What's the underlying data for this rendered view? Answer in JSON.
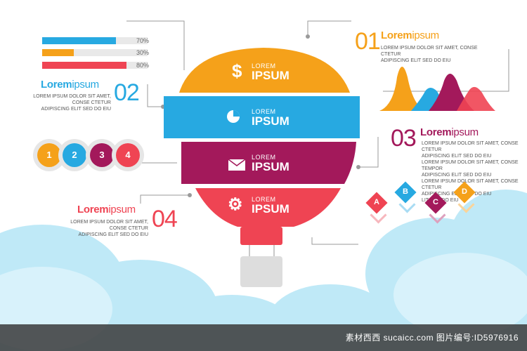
{
  "colors": {
    "orange": "#f5a11a",
    "blue": "#27a9e1",
    "maroon": "#a3195b",
    "red": "#ef4453",
    "gray_basket": "#dddddd",
    "cloud": "#bfe9f7",
    "line": "#9a9a9a"
  },
  "progress": [
    {
      "label": "70%",
      "value": 70,
      "color": "#27a9e1"
    },
    {
      "label": "30%",
      "value": 30,
      "color": "#f5a11a"
    },
    {
      "label": "80%",
      "value": 80,
      "color": "#ef4453"
    }
  ],
  "balloon": {
    "bands": [
      {
        "small": "LOREM",
        "big": "IPSUM",
        "icon": "dollar-icon",
        "glyph": "$"
      },
      {
        "small": "LOREM",
        "big": "IPSUM",
        "icon": "pie-chart-icon",
        "glyph": ""
      },
      {
        "small": "LOREM",
        "big": "IPSUM",
        "icon": "envelope-icon",
        "glyph": ""
      },
      {
        "small": "LOREM",
        "big": "IPSUM",
        "icon": "gear-icon",
        "glyph": "⚙"
      }
    ]
  },
  "sections": [
    {
      "num": "01",
      "bold": "Lorem",
      "light": "ipsum",
      "desc": [
        "LOREM IPSUM DOLOR SIT AMET, CONSE CTETUR",
        "ADIPISCING ELIT SED DO EIU"
      ],
      "color": "#f5a11a"
    },
    {
      "num": "02",
      "bold": "Lorem",
      "light": "ipsum",
      "desc": [
        "LOREM IPSUM DOLOR SIT AMET, CONSE CTETUR",
        "ADIPISCING ELIT SED DO EIU"
      ],
      "color": "#27a9e1"
    },
    {
      "num": "03",
      "bold": "Lorem",
      "light": "ipsum",
      "desc": [
        "LOREM IPSUM DOLOR SIT AMET, CONSE CTETUR",
        "ADIPISCING ELIT SED DO EIU",
        "LOREM IPSUM DOLOR SIT AMET, CONSE TEMPOR",
        "ADIPISCING ELIT SED DO EIU",
        "LOREM IPSUM DOLOR SIT AMET, CONSE CTETUR",
        "ADIPISCING ELIT SED DO EIU",
        "LIT SED DO EIU"
      ],
      "color": "#a3195b"
    },
    {
      "num": "04",
      "bold": "Lorem",
      "light": "ipsum",
      "desc": [
        "LOREM IPSUM DOLOR SIT AMET, CONSE CTETUR",
        "ADIPISCING ELIT SED DO EIU"
      ],
      "color": "#ef4453"
    }
  ],
  "circles": [
    {
      "label": "1",
      "color": "#f5a11a"
    },
    {
      "label": "2",
      "color": "#27a9e1"
    },
    {
      "label": "3",
      "color": "#a3195b"
    },
    {
      "label": "4",
      "color": "#ef4453"
    }
  ],
  "diamonds": [
    {
      "label": "A",
      "color": "#ef4453"
    },
    {
      "label": "B",
      "color": "#27a9e1"
    },
    {
      "label": "C",
      "color": "#a3195b"
    },
    {
      "label": "D",
      "color": "#f5a11a"
    }
  ],
  "watermark": "素材西西 sucaicc.com 图片编号:ID5976916"
}
